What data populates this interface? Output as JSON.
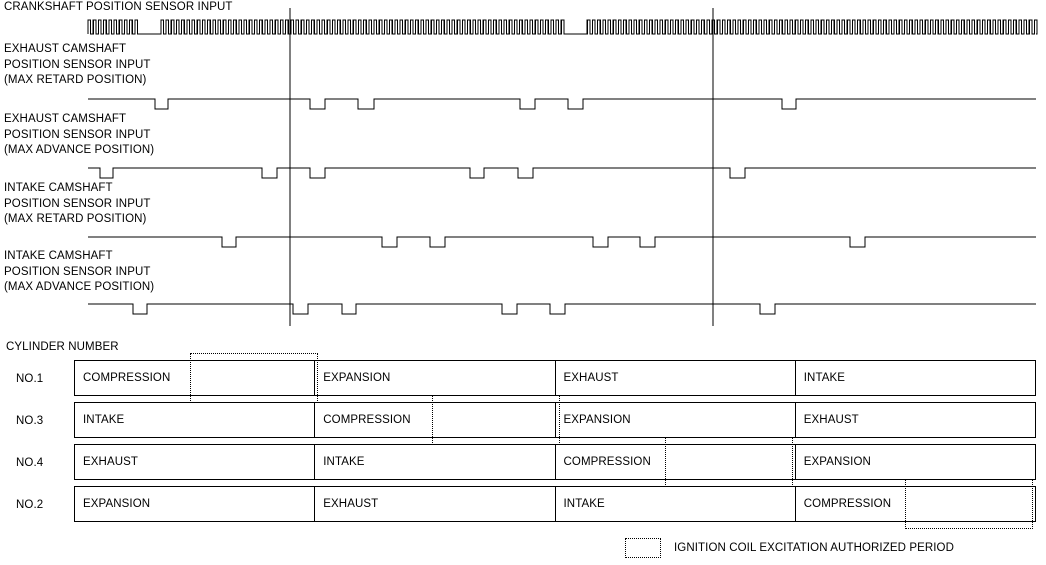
{
  "signals": {
    "crank": {
      "title": "CRANKSHAFT POSITION SENSOR INPUT"
    },
    "exhaust_retard": {
      "label": "EXHAUST CAMSHAFT\nPOSITION SENSOR INPUT\n(MAX RETARD POSITION)"
    },
    "exhaust_advance": {
      "label": "EXHAUST CAMSHAFT\nPOSITION SENSOR INPUT\n(MAX ADVANCE POSITION)"
    },
    "intake_retard": {
      "label": "INTAKE CAMSHAFT\nPOSITION SENSOR INPUT\n(MAX RETARD POSITION)"
    },
    "intake_advance": {
      "label": "INTAKE CAMSHAFT\nPOSITION SENSOR INPUT\n(MAX ADVANCE POSITION)"
    }
  },
  "chart_data": {
    "type": "line",
    "title": "Engine camshaft / crankshaft position sensor timing chart",
    "xlabel": "",
    "ylabel": "",
    "x_range": [
      88,
      1036
    ],
    "grid": false,
    "legend": "bottom-right",
    "reference_lines_x": [
      290,
      713
    ],
    "series": [
      {
        "name": "CRANKSHAFT POSITION SENSOR INPUT",
        "kind": "pulse-train",
        "baseline": "low",
        "y_low": 34,
        "y_high": 20,
        "tooth_width": 5.2,
        "start_x": 88,
        "end_x": 1036,
        "missing_tooth_gaps": [
          [
            139,
            159
          ],
          [
            562,
            582
          ]
        ]
      },
      {
        "name": "EXHAUST CAMSHAFT POSITION SENSOR INPUT (MAX RETARD POSITION)",
        "kind": "pulse",
        "baseline": "high",
        "y_high": 99,
        "y_low": 109,
        "start_x": 88,
        "end_x": 1036,
        "pulses": [
          [
            155,
            168
          ],
          [
            310,
            325
          ],
          [
            358,
            374
          ],
          [
            520,
            535
          ],
          [
            568,
            583
          ],
          [
            782,
            796
          ]
        ]
      },
      {
        "name": "EXHAUST CAMSHAFT POSITION SENSOR INPUT (MAX ADVANCE POSITION)",
        "kind": "pulse",
        "baseline": "high",
        "y_high": 168,
        "y_low": 178,
        "start_x": 88,
        "end_x": 1036,
        "pulses": [
          [
            100,
            113
          ],
          [
            262,
            277
          ],
          [
            310,
            325
          ],
          [
            470,
            484
          ],
          [
            518,
            533
          ],
          [
            730,
            745
          ]
        ]
      },
      {
        "name": "INTAKE CAMSHAFT POSITION SENSOR INPUT (MAX RETARD POSITION)",
        "kind": "pulse",
        "baseline": "high",
        "y_high": 237,
        "y_low": 247,
        "start_x": 88,
        "end_x": 1036,
        "pulses": [
          [
            222,
            236
          ],
          [
            382,
            397
          ],
          [
            430,
            445
          ],
          [
            593,
            608
          ],
          [
            640,
            655
          ],
          [
            850,
            865
          ]
        ]
      },
      {
        "name": "INTAKE CAMSHAFT POSITION SENSOR INPUT (MAX ADVANCE POSITION)",
        "kind": "pulse",
        "baseline": "high",
        "y_high": 304,
        "y_low": 314,
        "start_x": 88,
        "end_x": 1036,
        "pulses": [
          [
            133,
            147
          ],
          [
            293,
            308
          ],
          [
            342,
            356
          ],
          [
            502,
            517
          ],
          [
            550,
            565
          ],
          [
            760,
            775
          ]
        ]
      }
    ]
  },
  "table": {
    "heading": "CYLINDER NUMBER",
    "rows": [
      {
        "cylinder": "NO.1",
        "strokes": [
          "COMPRESSION",
          "EXPANSION",
          "EXHAUST",
          "INTAKE"
        ],
        "ignition_box": {
          "left": 190,
          "top": -7,
          "width": 128,
          "height": 50
        }
      },
      {
        "cylinder": "NO.3",
        "strokes": [
          "INTAKE",
          "COMPRESSION",
          "EXPANSION",
          "EXHAUST"
        ],
        "ignition_box": {
          "left": 432,
          "top": -7,
          "width": 128,
          "height": 50
        }
      },
      {
        "cylinder": "NO.4",
        "strokes": [
          "EXHAUST",
          "INTAKE",
          "COMPRESSION",
          "EXPANSION"
        ],
        "ignition_box": {
          "left": 665,
          "top": -7,
          "width": 128,
          "height": 50
        }
      },
      {
        "cylinder": "NO.2",
        "strokes": [
          "EXPANSION",
          "EXHAUST",
          "INTAKE",
          "COMPRESSION"
        ],
        "ignition_box": {
          "left": 905,
          "top": -7,
          "width": 128,
          "height": 50
        }
      }
    ]
  },
  "legend": {
    "text": "IGNITION COIL EXCITATION AUTHORIZED PERIOD"
  }
}
